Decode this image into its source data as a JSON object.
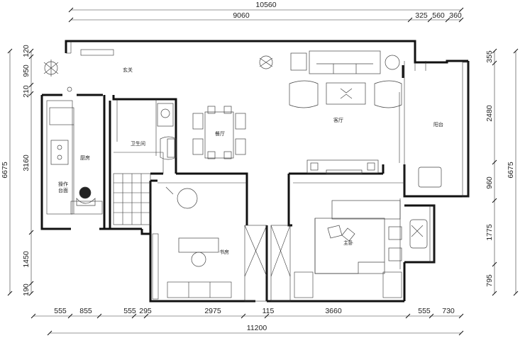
{
  "dimensions": {
    "top_total": "10560",
    "top_main": "9060",
    "top_right": [
      "325",
      "560",
      "360"
    ],
    "bottom_segments": [
      "555",
      "855",
      "555",
      "295",
      "2975",
      "115",
      "3660",
      "555",
      "730"
    ],
    "bottom_total": "11200",
    "left_segments": [
      "120",
      "950",
      "210",
      "3160",
      "1450",
      "190"
    ],
    "left_total": "6675",
    "right_segments": [
      "355",
      "2480",
      "960",
      "1775",
      "795"
    ],
    "right_total": "6675"
  },
  "rooms": {
    "entry": "玄关",
    "living": "客厅",
    "balcony": "阳台",
    "dining": "餐厅",
    "bathroom": "卫生间",
    "kitchen": "厨房",
    "counter_line1": "操作",
    "counter_line2": "台面",
    "study": "书房",
    "master": "主卧"
  }
}
